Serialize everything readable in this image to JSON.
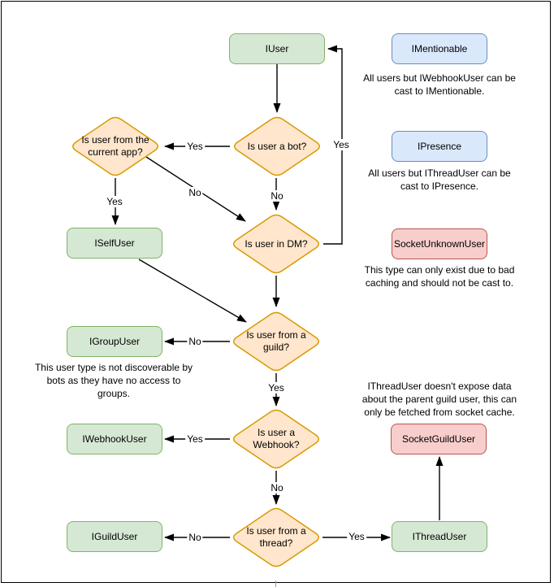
{
  "colors": {
    "interface_fill": "#d5e8d4",
    "interface_stroke": "#82b366",
    "decision_fill": "#ffe6cc",
    "decision_stroke": "#d79b00",
    "mixin_fill": "#dae8fc",
    "mixin_stroke": "#6c8ebf",
    "socket_fill": "#f8cecc",
    "socket_stroke": "#b85450",
    "line": "#000000",
    "page_tick": "#999999"
  },
  "nodes": {
    "iuser": {
      "label": "IUser",
      "kind": "interface"
    },
    "imentionable": {
      "label": "IMentionable",
      "kind": "mixin"
    },
    "ipresence": {
      "label": "IPresence",
      "kind": "mixin"
    },
    "socket_unknown_user": {
      "label": "SocketUnknownUser",
      "kind": "socket"
    },
    "iself_user": {
      "label": "ISelfUser",
      "kind": "interface"
    },
    "igroup_user": {
      "label": "IGroupUser",
      "kind": "interface"
    },
    "iwebhook_user": {
      "label": "IWebhookUser",
      "kind": "interface"
    },
    "socket_guild_user": {
      "label": "SocketGuildUser",
      "kind": "socket"
    },
    "iguild_user": {
      "label": "IGuildUser",
      "kind": "interface"
    },
    "ithread_user": {
      "label": "IThreadUser",
      "kind": "interface"
    }
  },
  "decisions": {
    "is_bot": {
      "label": "Is user a bot?"
    },
    "is_current_app": {
      "label": "Is user from the\ncurrent app?"
    },
    "is_dm": {
      "label": "Is user in DM?"
    },
    "is_guild": {
      "label": "Is user from a\nguild?"
    },
    "is_webhook": {
      "label": "Is user a\nWebhook?"
    },
    "is_thread": {
      "label": "Is user from a\nthread?"
    }
  },
  "edge_labels": {
    "bot_yes": "Yes",
    "bot_no": "No",
    "current_app_yes": "Yes",
    "current_app_no": "No",
    "dm_yes": "Yes",
    "guild_no": "No",
    "guild_yes": "Yes",
    "webhook_yes": "Yes",
    "webhook_no": "No",
    "thread_no": "No",
    "thread_yes": "Yes"
  },
  "notes": {
    "mentionable": "All users but IWebhookUser can be\ncast to IMentionable.",
    "presence": "All users but IThreadUser can be\ncast to IPresence.",
    "unknown": "This type can only exist due to bad\ncaching and should not be cast to.",
    "group": "This user type is not discoverable by\nbots as they have no access to\ngroups.",
    "thread": "IThreadUser doesn't expose data\nabout the parent guild user, this can\nonly be fetched from socket cache."
  },
  "edges": [
    {
      "from": "IUser",
      "to": "Is user a bot?",
      "label": ""
    },
    {
      "from": "Is user a bot?",
      "to": "Is user from the current app?",
      "label": "Yes"
    },
    {
      "from": "Is user a bot?",
      "to": "Is user in DM?",
      "label": "No"
    },
    {
      "from": "Is user from the current app?",
      "to": "ISelfUser",
      "label": "Yes"
    },
    {
      "from": "Is user from the current app?",
      "to": "Is user in DM?",
      "label": "No"
    },
    {
      "from": "Is user in DM?",
      "to": "IUser",
      "label": "Yes"
    },
    {
      "from": "Is user in DM?",
      "to": "Is user from a guild?",
      "label": ""
    },
    {
      "from": "ISelfUser",
      "to": "Is user from a guild?",
      "label": ""
    },
    {
      "from": "Is user from a guild?",
      "to": "IGroupUser",
      "label": "No"
    },
    {
      "from": "Is user from a guild?",
      "to": "Is user a Webhook?",
      "label": "Yes"
    },
    {
      "from": "Is user a Webhook?",
      "to": "IWebhookUser",
      "label": "Yes"
    },
    {
      "from": "Is user a Webhook?",
      "to": "Is user from a thread?",
      "label": "No"
    },
    {
      "from": "Is user from a thread?",
      "to": "IGuildUser",
      "label": "No"
    },
    {
      "from": "Is user from a thread?",
      "to": "IThreadUser",
      "label": "Yes"
    },
    {
      "from": "IThreadUser",
      "to": "SocketGuildUser",
      "label": ""
    }
  ]
}
